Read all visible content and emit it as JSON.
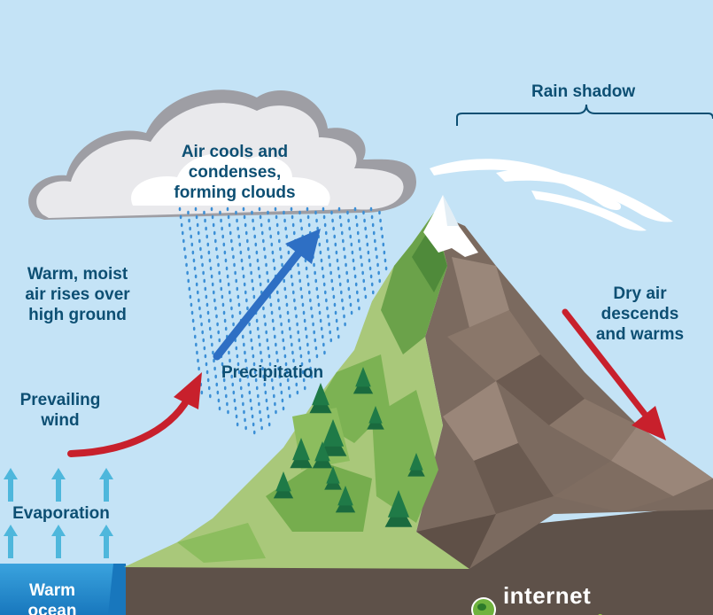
{
  "labels": {
    "rain_shadow": "Rain shadow",
    "clouds": [
      "Air cools and",
      "condenses,",
      "forming clouds"
    ],
    "warm_moist": [
      "Warm, moist",
      "air rises over",
      "high ground"
    ],
    "precipitation": "Precipitation",
    "prevailing_wind": [
      "Prevailing",
      "wind"
    ],
    "evaporation": "Evaporation",
    "warm_ocean": [
      "Warm",
      "ocean"
    ],
    "dry_air": [
      "Dry air",
      "descends",
      "and warms"
    ]
  },
  "logo": {
    "part1": "internet",
    "part2": "geography"
  },
  "colors": {
    "sky": "#c4e3f6",
    "ocean": "#1f8fd0",
    "ground": "#5e5149",
    "grass_light": "#a9c87a",
    "grass_dark": "#6ba24a",
    "rock": "#7b6a5f",
    "snow": "#ffffff",
    "wind_arrow": "#c8202c",
    "rise_arrow": "#2e6fc4",
    "text": "#0d4f73"
  },
  "icons": [
    "cloud-icon",
    "rain-icon",
    "mountain-icon",
    "tree-icon",
    "arrow-up-icon",
    "wind-arrow-icon",
    "logo-icon"
  ]
}
